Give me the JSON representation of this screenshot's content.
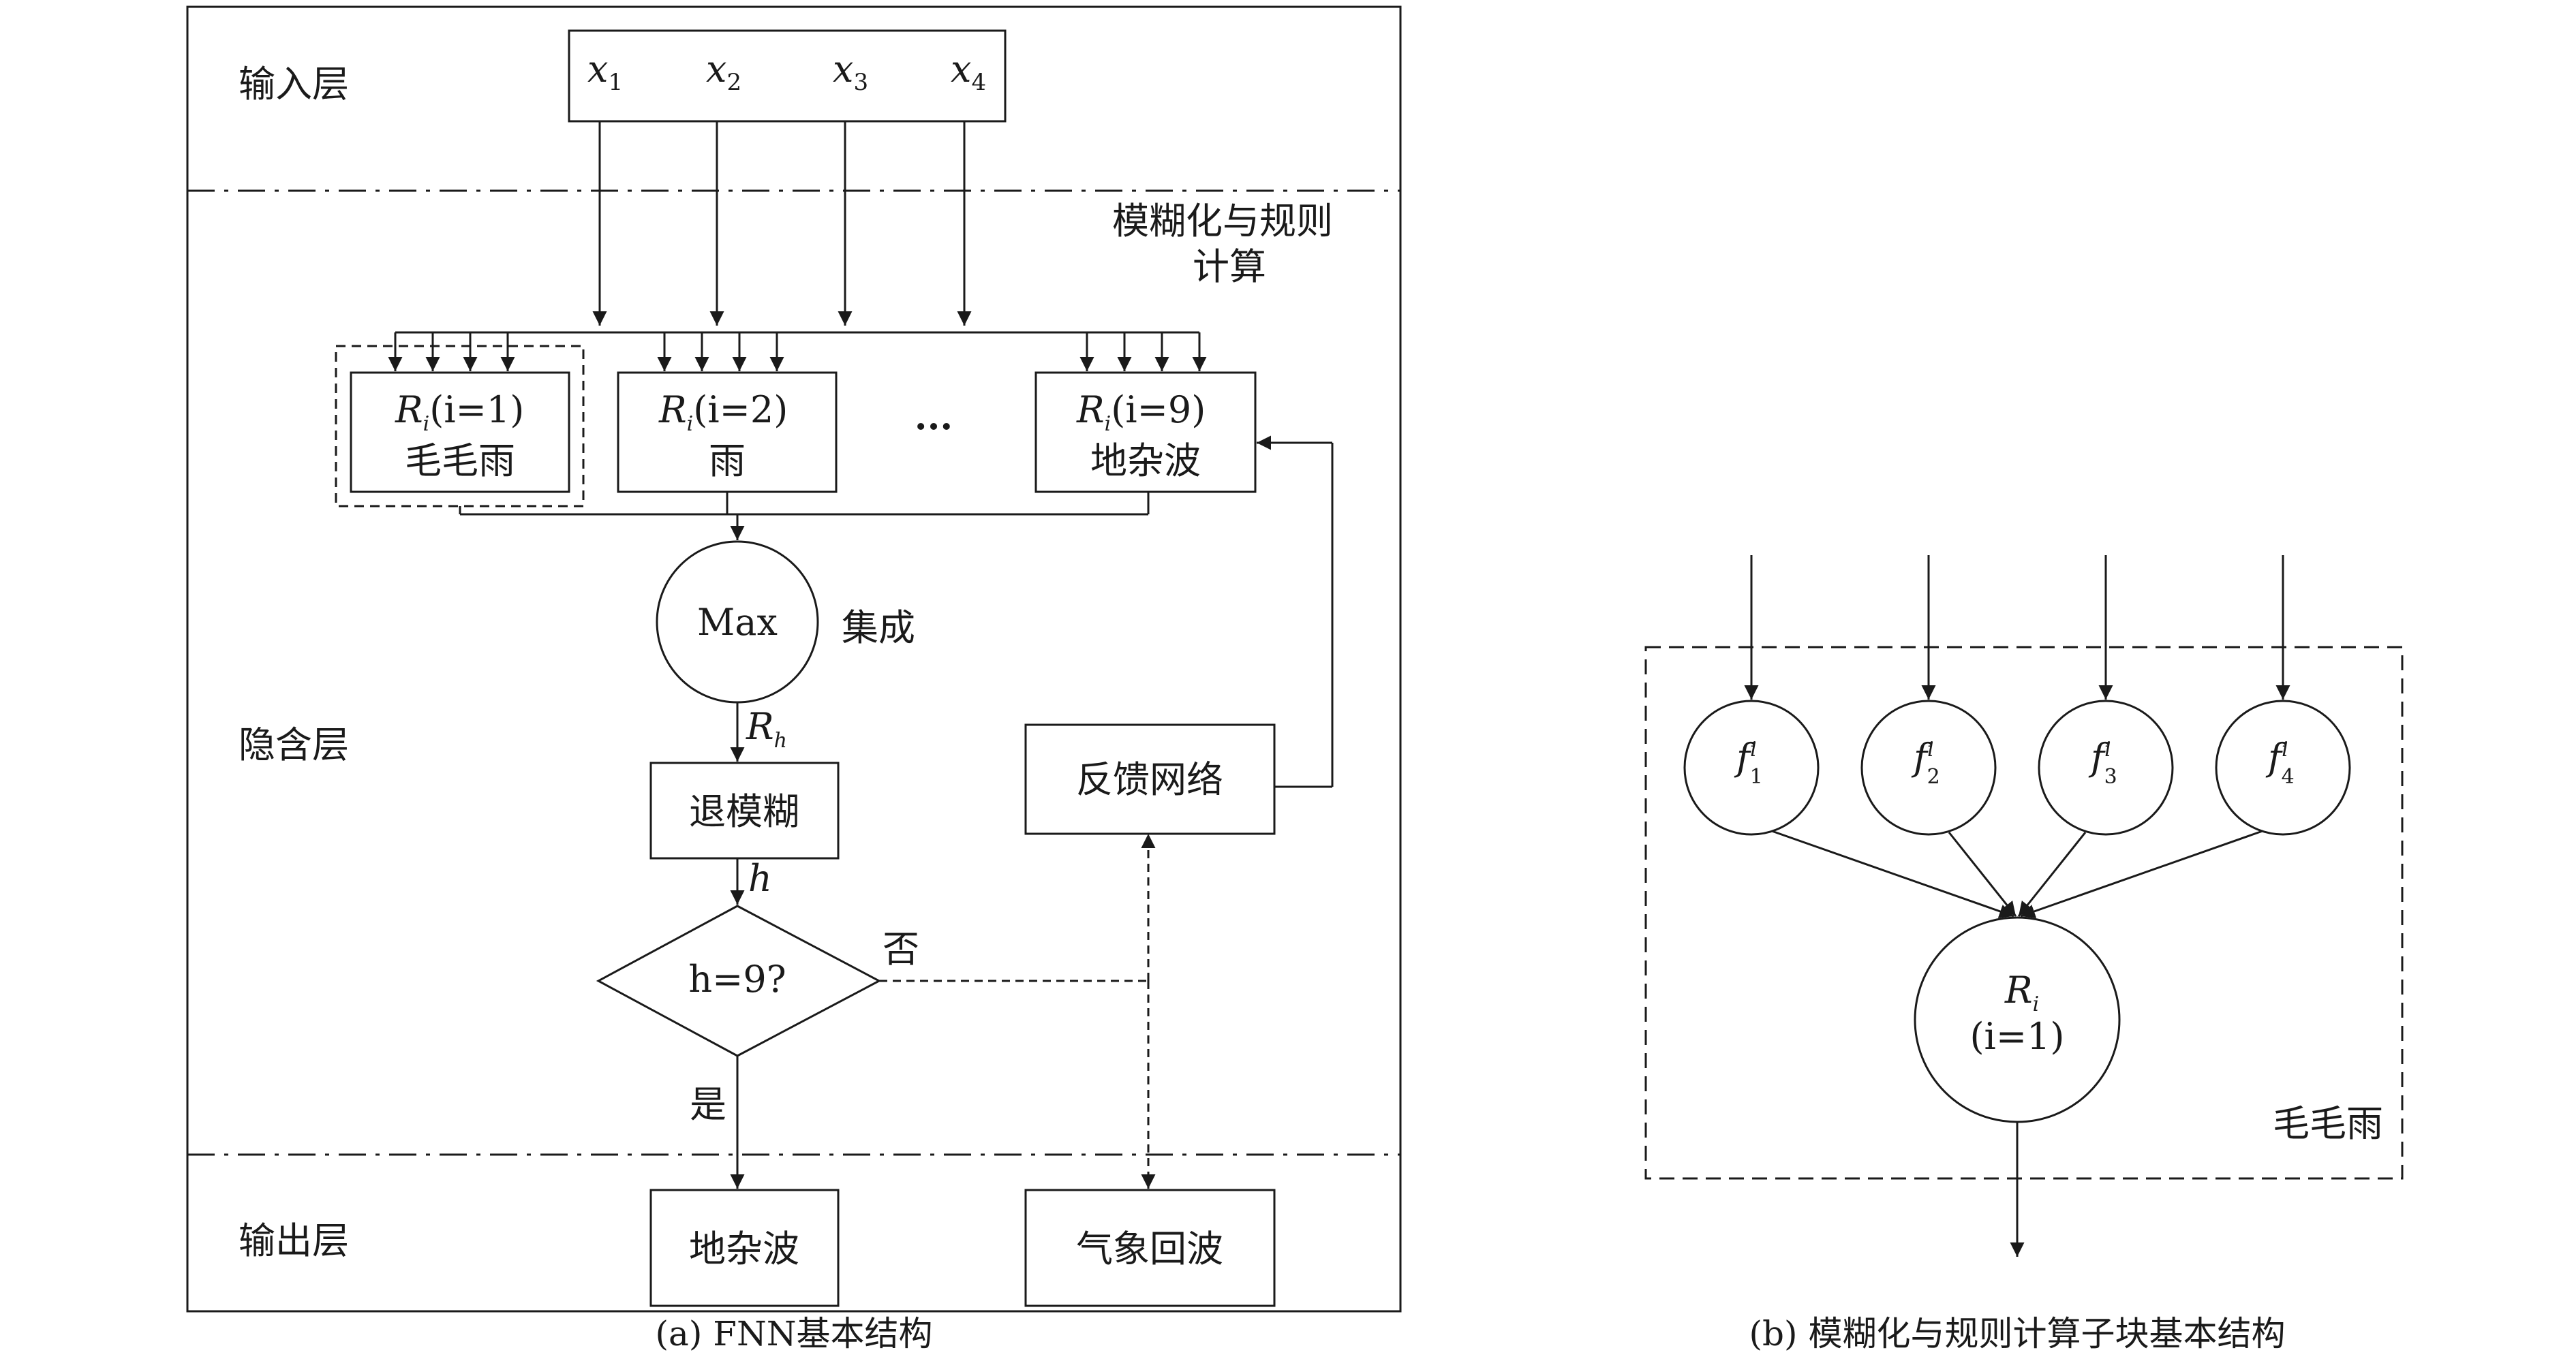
{
  "panel_a": {
    "caption": "(a) FNN基本结构",
    "layers": {
      "input": "输入层",
      "hidden": "隐含层",
      "output": "输出层"
    },
    "section_note_line1": "模糊化与规则",
    "section_note_line2": "计算",
    "inputs": [
      {
        "base": "x",
        "sub": "1"
      },
      {
        "base": "x",
        "sub": "2"
      },
      {
        "base": "x",
        "sub": "3"
      },
      {
        "base": "x",
        "sub": "4"
      }
    ],
    "rules": [
      {
        "symbol": "R",
        "sub": "i",
        "cond": "(i=1)",
        "name": "毛毛雨"
      },
      {
        "symbol": "R",
        "sub": "i",
        "cond": "(i=2)",
        "name": "雨"
      },
      {
        "symbol": "R",
        "sub": "i",
        "cond": "(i=9)",
        "name": "地杂波"
      }
    ],
    "ellipsis": "···",
    "max_node": "Max",
    "max_note": "集成",
    "rh_label": {
      "base": "R",
      "sub": "h"
    },
    "defuzz": "退模糊",
    "h_label": "h",
    "decision": "h=9?",
    "no_label": "否",
    "yes_label": "是",
    "feedback": "反馈网络",
    "out_clutter": "地杂波",
    "out_weather": "气象回波"
  },
  "panel_b": {
    "caption": "(b) 模糊化与规则计算子块基本结构",
    "functions": [
      {
        "base": "f",
        "sup": "i",
        "sub": "1"
      },
      {
        "base": "f",
        "sup": "i",
        "sub": "2"
      },
      {
        "base": "f",
        "sup": "i",
        "sub": "3"
      },
      {
        "base": "f",
        "sup": "i",
        "sub": "4"
      }
    ],
    "rule_node": {
      "symbol": "R",
      "sub": "i",
      "cond": "(i=1)"
    },
    "group_label": "毛毛雨"
  }
}
